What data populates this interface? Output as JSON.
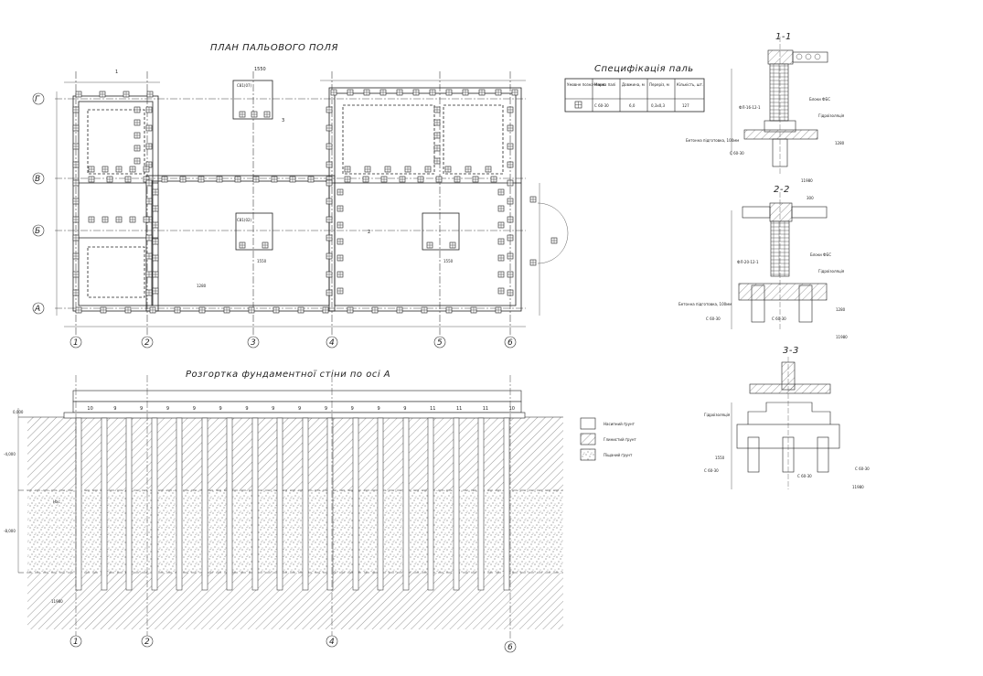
{
  "titles": {
    "pile_plan": "ПЛАН ПАЛЬОВОГО ПОЛЯ",
    "spec": "Специфікація паль",
    "unfold": "Розгортка фундаментної стіни по осі А",
    "section_11": "1-1",
    "section_22": "2-2",
    "section_33": "3-3"
  },
  "spec_table": {
    "headers": [
      "Умовне позначення",
      "Марка палі",
      "Довжина, м",
      "Переріз, м",
      "Кількість, шт."
    ],
    "row": [
      "",
      "С 60-30",
      "6,0",
      "0,3х0,3",
      "127"
    ]
  },
  "axes": {
    "letters": [
      "Г",
      "В",
      "Б",
      "А"
    ],
    "numbers": [
      "1",
      "2",
      "3",
      "4",
      "5",
      "6"
    ],
    "unfold_numbers": [
      "1",
      "2",
      "4",
      "6"
    ]
  },
  "legend": [
    {
      "key": "fill",
      "label": "Насипний ґрунт"
    },
    {
      "key": "clay",
      "label": "Глинистий ґрунт"
    },
    {
      "key": "sand",
      "label": "Піщаний ґрунт"
    }
  ],
  "section_labels": {
    "s11": {
      "block": "Блоки ФБС",
      "hydro": "Гідроізоляція",
      "fl": "ФЛ-16-12-1",
      "prep": "Бетонна підготовка, 100мм",
      "pile": "С 60-30",
      "lvl1": "1280",
      "lvl2": "11980"
    },
    "s22": {
      "block": "Блоки ФБС",
      "hydro": "Гідроізоляція",
      "fl": "ФЛ-20-12-1",
      "prep": "Бетонна підготовка, 100мм",
      "pile1": "С 60-30",
      "pile2": "С 60-30",
      "lvl1": "1280",
      "lvl2": "11980",
      "dim": "300"
    },
    "s33": {
      "hydro": "Гідроізоляція",
      "lvl1": "1550",
      "pile1": "С 60-30",
      "pile2": "С 60-30",
      "pile3": "С 60-30",
      "lvl2": "11980"
    }
  },
  "plan_labels": {
    "tower_top": "1550",
    "tower_top_pile": "С81(07)",
    "room_mid_a": "С81(02)",
    "room_mid_a_level": "1550",
    "room_mid_b_level": "1550",
    "bottom_level": "1280",
    "cut_11": "1",
    "cut_22": "2",
    "cut_33": "3"
  },
  "unfold": {
    "cap_numbers": [
      "10",
      "9",
      "9",
      "9",
      "9",
      "9",
      "9",
      "9",
      "9",
      "9",
      "9",
      "9",
      "9",
      "11",
      "11",
      "11",
      "10"
    ],
    "level_top": "0,000",
    "level_mid": "-4,000",
    "level_low": "-8,000",
    "level_bottom": "11980",
    "soil_fill": "Нас"
  }
}
